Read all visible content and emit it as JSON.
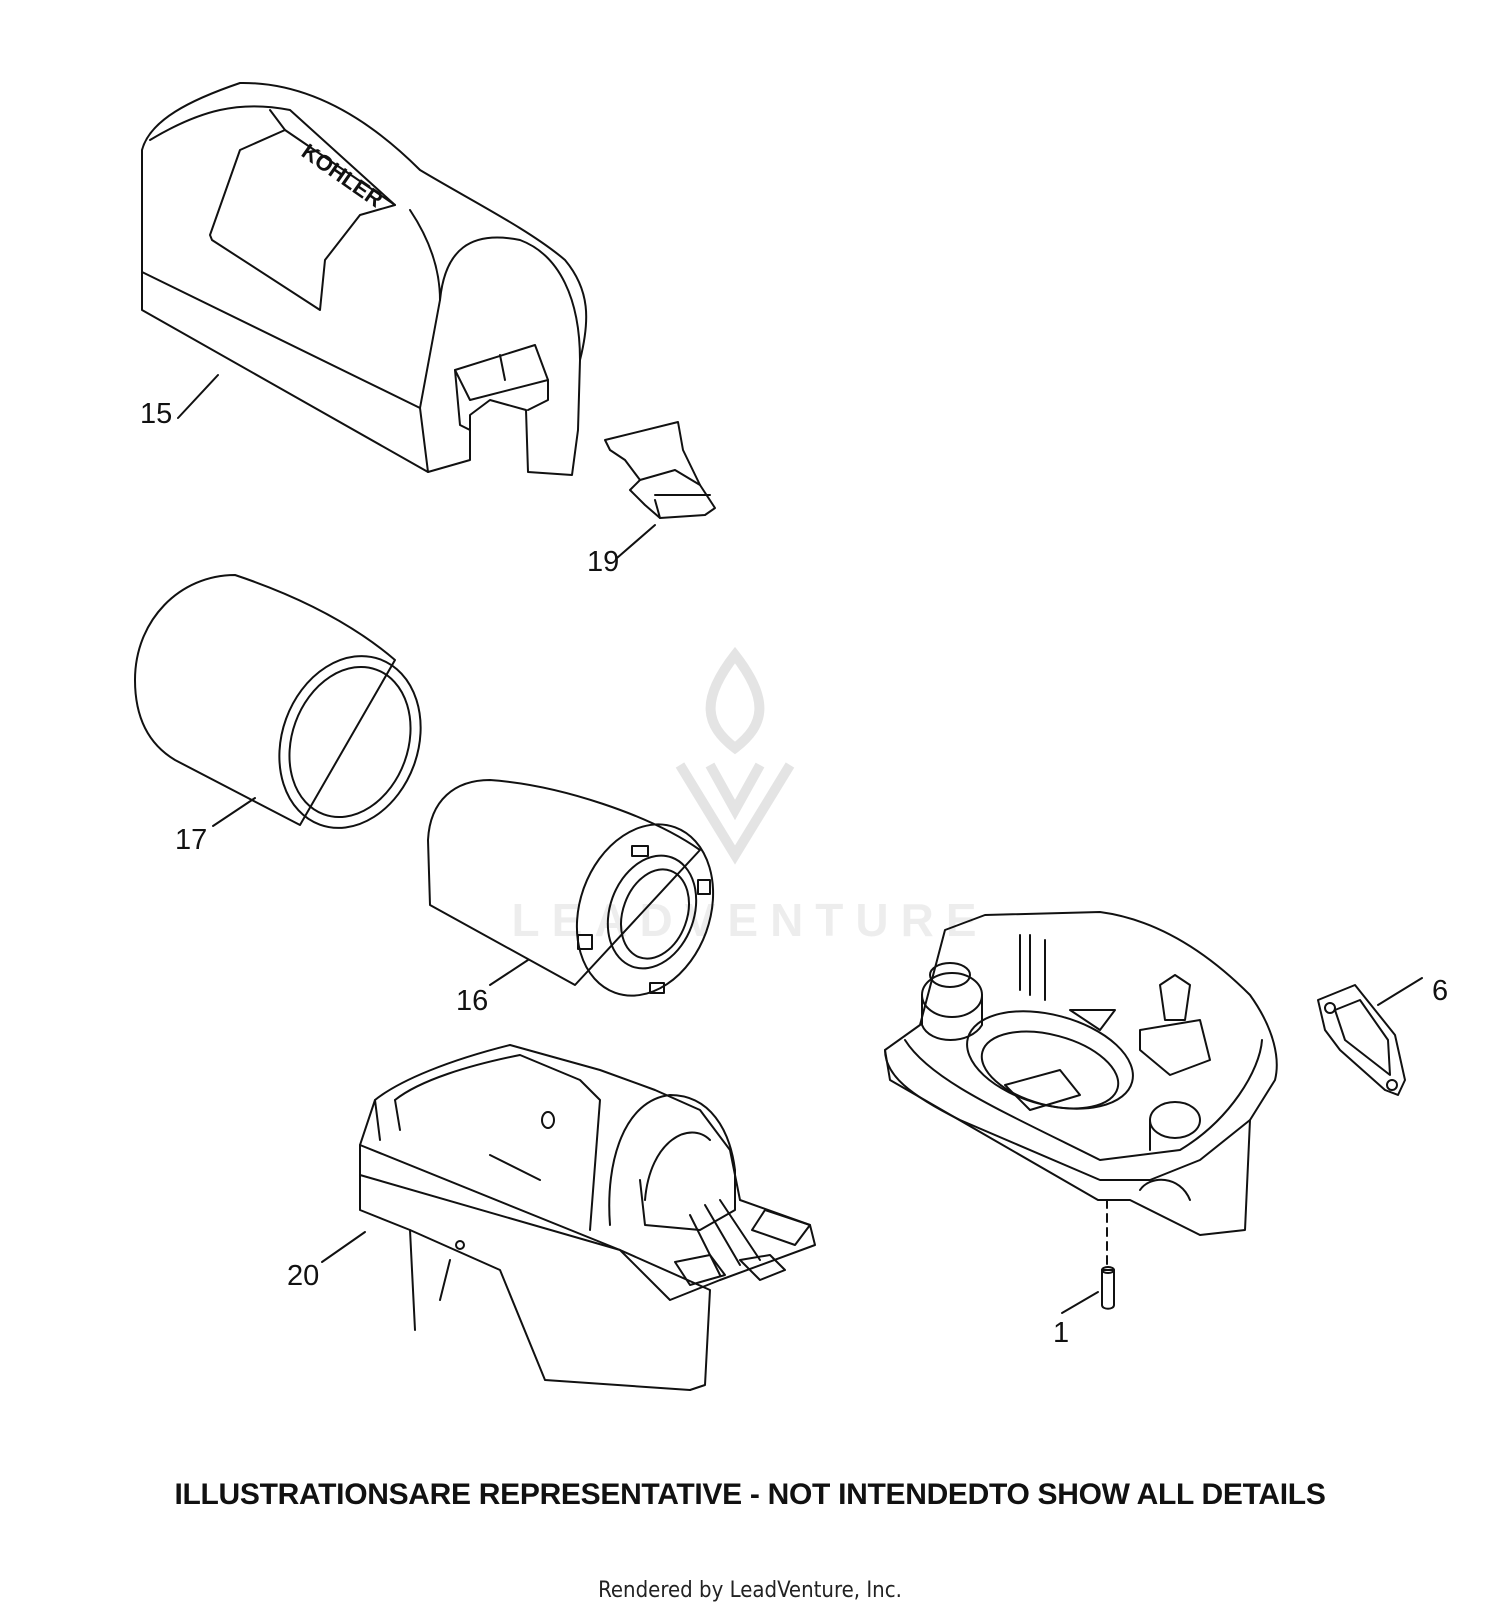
{
  "diagram": {
    "parts": [
      {
        "callout": "15",
        "icon": "air-cleaner-cover"
      },
      {
        "callout": "19",
        "icon": "cover-latch"
      },
      {
        "callout": "17",
        "icon": "precleaner-sleeve"
      },
      {
        "callout": "16",
        "icon": "air-filter-element"
      },
      {
        "callout": "6",
        "icon": "gasket"
      },
      {
        "callout": "20",
        "icon": "air-cleaner-base"
      },
      {
        "callout": "1",
        "icon": "pin"
      }
    ],
    "cover_logo": "KOHLER",
    "disclaimer": "ILLUSTRATIONSARE REPRESENTATIVE - NOT INTENDEDTO SHOW ALL DETAILS",
    "footer": "Rendered by LeadVenture, Inc.",
    "watermark": "LEADVENTURE"
  },
  "colors": {
    "line": "#111111",
    "background": "#ffffff",
    "watermark": "#d8d8d8"
  }
}
